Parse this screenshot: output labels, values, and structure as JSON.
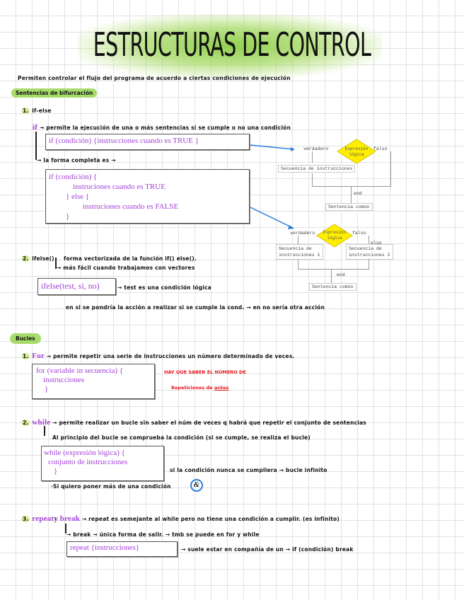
{
  "title": "ESTRUCTURAS DE CONTROL",
  "intro": "Permiten controlar el flujo del programa de acuerdo a ciertas condiciones de ejecución",
  "section_bifurcacion": {
    "label": "Sentencias de bifurcación",
    "item1": {
      "number": "1.",
      "heading": "if-else",
      "keyword": "if",
      "description": "→ permite la ejecución de una o más sentencias si se cumple o no una condición",
      "code_short": "if (condición) {instrucciones cuando es TRUE }",
      "complete_form_note": "→ la forma completa es →",
      "code_full": [
        "if (condición) {",
        "instruciones cuando es TRUE",
        "} else {",
        "instruciones cuando es FALSE",
        "}"
      ]
    },
    "item2": {
      "number": "2.",
      "heading": "ifelse()",
      "note1": "forma vectorizada de la función if() else().",
      "note2": "→ más fácil cuando trabajamos con vectores",
      "code": "ifelse(test, si, no)",
      "code_note": "→ test es una condición lógica",
      "explanation": "en si se pondría la acción a realizar si se cumple la cond. → en no sería otra acción"
    }
  },
  "flowchart_if": {
    "true_label": "verdadero",
    "false_label": "falso",
    "condition": [
      "Expresión",
      "lógica"
    ],
    "sequence": "Secuencia de instrucciones",
    "end_label": "end",
    "common": "Sentencia común"
  },
  "flowchart_ifelse": {
    "true_label": "verdadero",
    "false_label": "falso",
    "else_label": "else",
    "condition": [
      "Expresión",
      "lógica"
    ],
    "sequence1": [
      "Secuencia de",
      "instrucciones 1"
    ],
    "sequence2": [
      "Secuencia de",
      "instrucciones 2"
    ],
    "end_label": "end",
    "common": "Sentencia común"
  },
  "section_bucles": {
    "label": "Bucles",
    "for": {
      "number": "1.",
      "keyword": "For",
      "description": "→ permite repetir una serie de instrucciones un número determinado de veces.",
      "code": [
        "for (variable in secuencia) {",
        "instrucciones",
        "}"
      ],
      "warning_line1": "HAY QUE SABER EL NÚMERO DE",
      "warning_line2_prefix": "Repeticiones de",
      "warning_line2_underlined": "antes"
    },
    "while": {
      "number": "2.",
      "keyword": "while",
      "description": "→ permite realizar un bucle sin saber el núm de veces q habrá que repetir el conjunto de sentencias",
      "note": "Al principio del bucle se comprueba la condición (si se cumple, se realiza el bucle)",
      "code": [
        "while (expresión lógica) {",
        "conjunto de instrucciones",
        "}"
      ],
      "infinite_note": "si la condición nunca se cumpliera → bucle infinito",
      "multi_condition_note": "·Si quiero poner más de una condición",
      "amp_symbol": "&"
    },
    "repeat": {
      "number": "3.",
      "keyword_repeat": "repeat",
      "connector": "y",
      "keyword_break": "break",
      "description": "→ repeat es semejante al while pero no tiene una condición a cumplir. (es infinito)",
      "break_note": "→ break → única forma de salir. → tmb se puede en for y while",
      "code": "repeat {instrucciones}",
      "code_note": "→ suele estar en compañía de un → if (condición) break"
    }
  }
}
